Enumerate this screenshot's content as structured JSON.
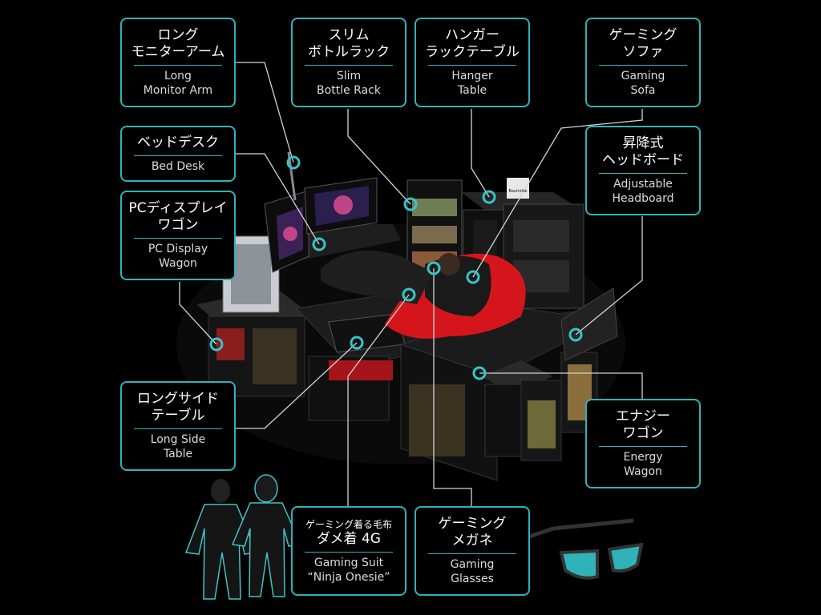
{
  "labels": {
    "long_monitor_arm": {
      "jp": "ロング\nモニターアーム",
      "en": "Long\nMonitor Arm"
    },
    "slim_bottle_rack": {
      "jp": "スリム\nボトルラック",
      "en": "Slim\nBottle Rack"
    },
    "hanger_table": {
      "jp": "ハンガー\nラックテーブル",
      "en": "Hanger\nTable"
    },
    "gaming_sofa": {
      "jp": "ゲーミング\nソファ",
      "en": "Gaming\nSofa"
    },
    "bed_desk": {
      "jp": "ベッドデスク",
      "en": "Bed Desk"
    },
    "adjustable_headboard": {
      "jp": "昇降式\nヘッドボード",
      "en": "Adjustable\nHeadboard"
    },
    "pc_display_wagon": {
      "jp": "PCディスプレイ\nワゴン",
      "en": "PC Display\nWagon"
    },
    "long_side_table": {
      "jp": "ロングサイド\nテーブル",
      "en": "Long Side\nTable"
    },
    "energy_wagon": {
      "jp": "エナジー\nワゴン",
      "en": "Energy\nWagon"
    },
    "gaming_suit": {
      "jp_small": "ゲーミング着る毛布",
      "jp": "ダメ着 4G",
      "en": "Gaming Suit\n“Ninja Onesie”"
    },
    "gaming_glasses": {
      "jp": "ゲーミング\nメガネ",
      "en": "Gaming\nGlasses"
    }
  },
  "product_sign": {
    "text": "Bauhütte"
  },
  "colors": {
    "accent": "#2fb3b9",
    "sofa": "#d4161c",
    "background": "#000000"
  }
}
